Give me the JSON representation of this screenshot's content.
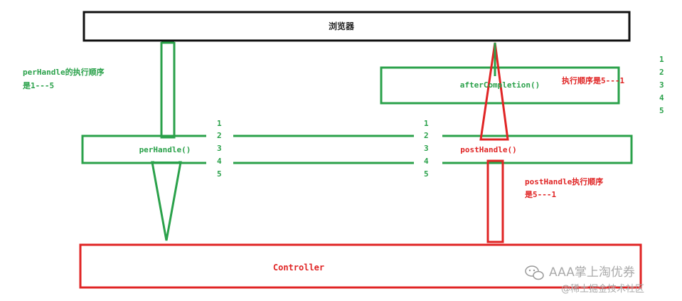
{
  "browser": {
    "label": "浏览器"
  },
  "prehandle": {
    "box_label": "perHandle()",
    "order_line1": "perHandle的执行顺序",
    "order_line2": "是1---5",
    "numbers": [
      "1",
      "2",
      "3",
      "4",
      "5"
    ]
  },
  "posthandle": {
    "box_label": "postHandle()",
    "order_line1": "postHandle执行顺序",
    "order_line2": "是5---1",
    "numbers": [
      "1",
      "2",
      "3",
      "4",
      "5"
    ]
  },
  "after_completion": {
    "box_label": "afterCompletion()",
    "order_text": "执行顺序是5---1",
    "numbers": [
      "1",
      "2",
      "3",
      "4",
      "5"
    ]
  },
  "controller": {
    "label": "Controller"
  },
  "watermark": {
    "line1": "AAA掌上淘优券",
    "line2": "@稀土掘金技术社区"
  },
  "colors": {
    "green": "#2aa14a",
    "red": "#e02424",
    "black": "#111111"
  }
}
